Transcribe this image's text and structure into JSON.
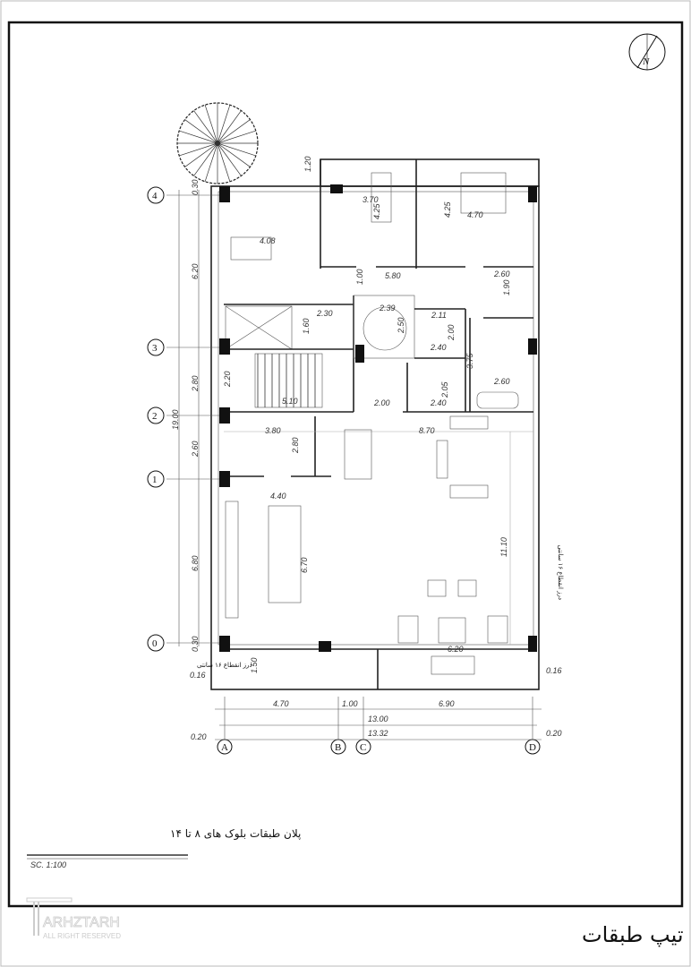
{
  "drawing": {
    "north_label": "N",
    "grid_rows": [
      "4",
      "3",
      "2",
      "1",
      "0"
    ],
    "grid_cols": [
      "A",
      "B",
      "C",
      "D"
    ],
    "left_dims": {
      "d1": "0.30",
      "d2": "6.20",
      "d3": "2.80",
      "d4": "2.60",
      "d5": "6.80",
      "d6": "0.30",
      "total": "19.00"
    },
    "bottom_dims": {
      "a": "4.70",
      "b": "1.00",
      "c": "6.90",
      "total1": "13.00",
      "total2": "13.32",
      "left_edge": "0.20",
      "right_edge": "0.20"
    },
    "edge_dims": {
      "left": "0.16",
      "right": "0.16"
    },
    "joint_note_left": "درز انقطاع ۱۶ سانتی",
    "joint_note_right": "درز انقطاع ۱۶ سانتی",
    "room_dims": [
      "1.20",
      "3.70",
      "4.25",
      "4.25",
      "4.70",
      "4.08",
      "5.80",
      "1.00",
      "2.60",
      "1.90",
      "2.30",
      "2.39",
      "2.11",
      "1.60",
      "2.50",
      "2.00",
      "2.40",
      "3.75",
      "2.20",
      "5.10",
      "2.05",
      "2.60",
      "2.00",
      "2.40",
      "3.80",
      "8.70",
      "2.80",
      "4.40",
      "6.70",
      "11.10",
      "6.20",
      "1.50"
    ]
  },
  "title_block": {
    "subtitle": "پلان طبقات بلوک های ۸ تا ۱۴",
    "scale": "SC. 1:100"
  },
  "footer": {
    "logo_name": "ARHZTARH",
    "logo_tagline": "ALL RIGHT RESERVED",
    "title": "پلان تیپ طبقات"
  }
}
